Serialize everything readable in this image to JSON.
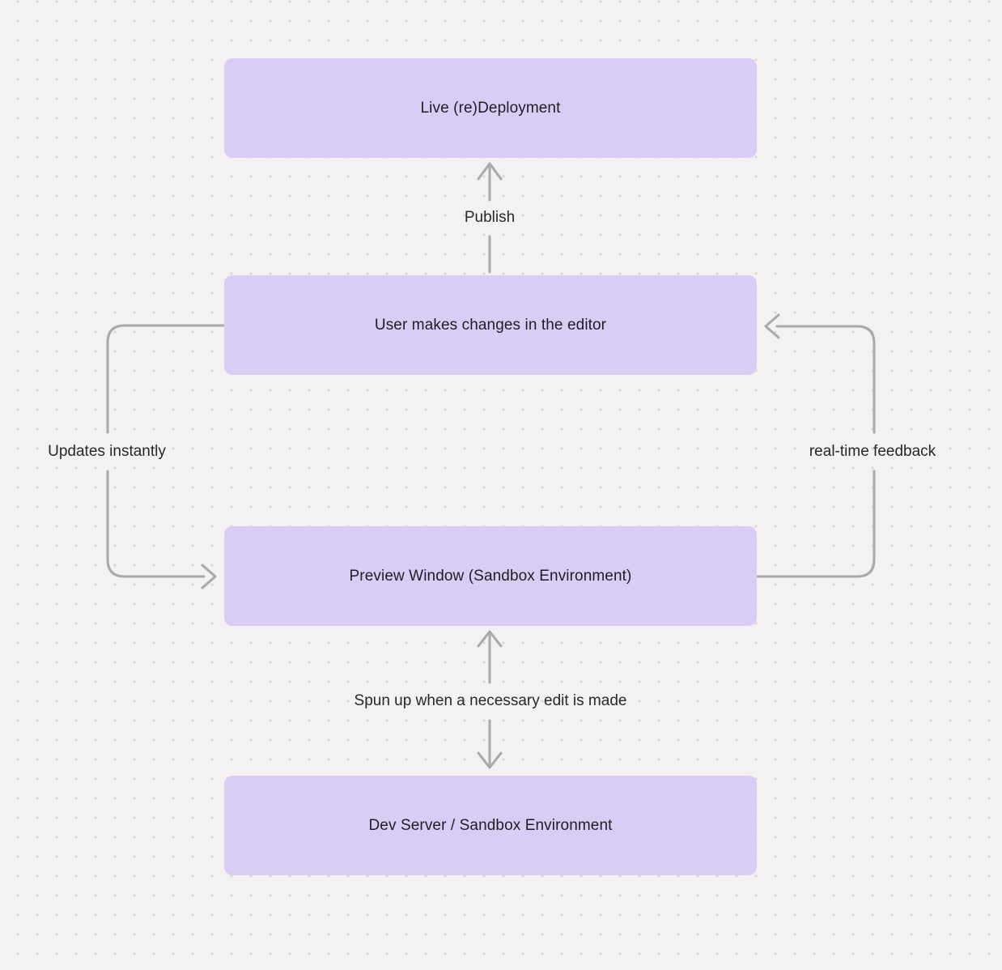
{
  "diagram": {
    "title": "",
    "nodes": [
      {
        "id": "live-deployment",
        "label": "Live (re)Deployment"
      },
      {
        "id": "editor",
        "label": "User makes changes in the editor"
      },
      {
        "id": "preview",
        "label": "Preview Window (Sandbox Environment)"
      },
      {
        "id": "dev-server",
        "label": "Dev Server / Sandbox Environment"
      }
    ],
    "edges": [
      {
        "from": "editor",
        "to": "live-deployment",
        "label": "Publish",
        "direction": "up"
      },
      {
        "from": "editor",
        "to": "preview",
        "label": "Updates instantly",
        "side": "left",
        "direction": "down"
      },
      {
        "from": "preview",
        "to": "editor",
        "label": "real-time feedback",
        "side": "right",
        "direction": "up"
      },
      {
        "from": "dev-server",
        "to": "preview",
        "label": "Spun up when a necessary edit is made",
        "direction": "both"
      }
    ]
  },
  "colors": {
    "background": "#f3f2f0",
    "dot": "#d8d7d4",
    "node_fill": "#d9cdf6",
    "node_text": "#1e1e22",
    "arrow": "#a9a9a9",
    "label_text": "#28282b"
  }
}
